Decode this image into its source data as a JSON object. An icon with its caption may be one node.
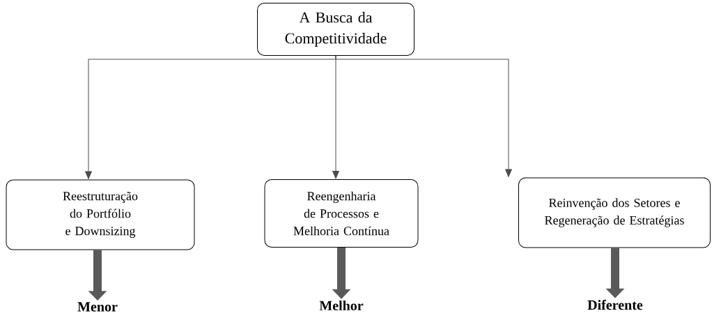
{
  "diagram": {
    "nodes": [
      {
        "text": [
          "A Busca da Competitividade"
        ]
      },
      {
        "text": [
          "Reestruturação do Portfólio e Downsizing"
        ]
      },
      {
        "text": [
          "Reengenharia de Processos e Melhoria Contínua"
        ]
      },
      {
        "text": [
          "Reinvenção dos Setores e Regeneração de Estratégias"
        ]
      },
      {
        "text": [
          "Menor"
        ]
      },
      {
        "text": [
          "Melhor"
        ]
      },
      {
        "text": [
          "Diferente"
        ]
      }
    ],
    "edges": [
      {
        "from": 0,
        "to": 1,
        "arrow": "to"
      },
      {
        "from": 0,
        "to": 2,
        "arrow": "to"
      },
      {
        "from": 0,
        "to": 3,
        "arrow": "to"
      },
      {
        "from": 1,
        "to": 4,
        "arrow": "to",
        "style": "thick",
        "color": "#5a5a5a"
      },
      {
        "from": 2,
        "to": 5,
        "arrow": "to",
        "style": "thick",
        "color": "#5a5a5a"
      },
      {
        "from": 3,
        "to": 6,
        "arrow": "to",
        "style": "thick",
        "color": "#5a5a5a"
      }
    ]
  }
}
